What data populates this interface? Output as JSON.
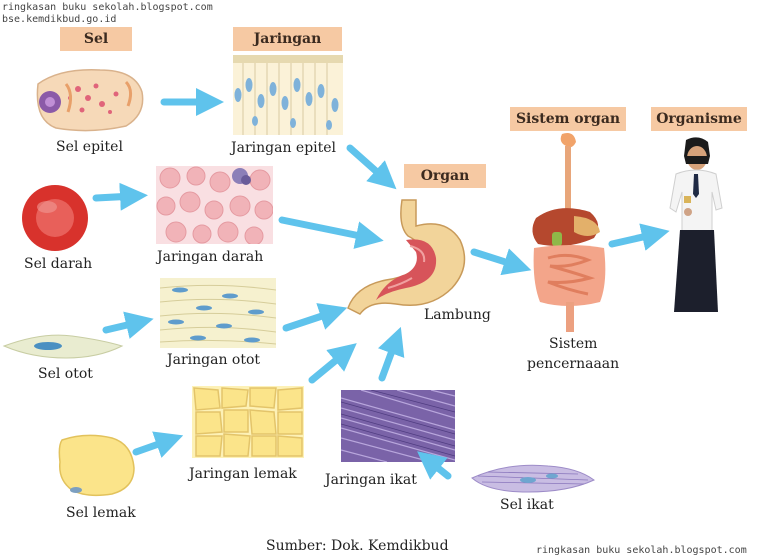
{
  "watermark": {
    "top_line1": "ringkasan buku sekolah.blogspot.com",
    "top_line2": "bse.kemdikbud.go.id",
    "bottom": "ringkasan buku sekolah.blogspot.com"
  },
  "headers": {
    "sel": "Sel",
    "jaringan": "Jaringan",
    "organ": "Organ",
    "sistem_organ": "Sistem organ",
    "organisme": "Organisme"
  },
  "labels": {
    "sel_epitel": "Sel epitel",
    "jaringan_epitel": "Jaringan epitel",
    "sel_darah": "Sel darah",
    "jaringan_darah": "Jaringan darah",
    "sel_otot": "Sel otot",
    "jaringan_otot": "Jaringan otot",
    "sel_lemak": "Sel lemak",
    "jaringan_lemak": "Jaringan lemak",
    "jaringan_ikat": "Jaringan ikat",
    "sel_ikat": "Sel ikat",
    "lambung": "Lambung",
    "sistem_line1": "Sistem",
    "sistem_line2": "pencernaaan"
  },
  "source": "Sumber: Dok. Kemdikbud",
  "colors": {
    "header_bg": "#f6c9a3",
    "arrow": "#5fc3ec"
  }
}
